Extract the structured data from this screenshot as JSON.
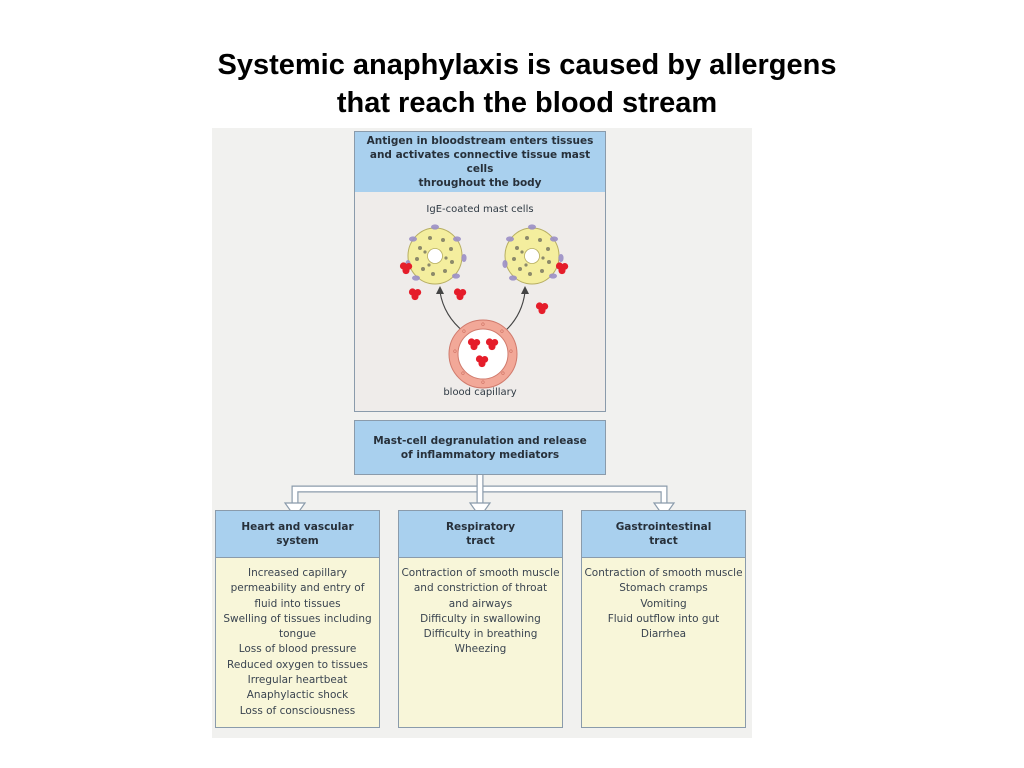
{
  "title": {
    "line1": "Systemic anaphylaxis is caused by allergens",
    "line2": "that reach the blood stream"
  },
  "top_box": {
    "lines": [
      "Antigen in bloodstream enters tissues",
      "and activates connective tissue mast cells",
      "throughout the body"
    ]
  },
  "illustration": {
    "mast_cells_label": "IgE-coated mast cells",
    "capillary_label": "blood capillary"
  },
  "middle_box": {
    "lines": [
      "Mast-cell degranulation and release",
      "of inflammatory mediators"
    ]
  },
  "columns": [
    {
      "header": [
        "Heart and vascular",
        "system"
      ],
      "effects": [
        "Increased capillary",
        "permeability and entry of",
        "fluid into tissues",
        "Swelling of tissues including",
        "tongue",
        "Loss of blood pressure",
        "Reduced oxygen to tissues",
        "Irregular heartbeat",
        "Anaphylactic shock",
        "Loss of consciousness"
      ]
    },
    {
      "header": [
        "Respiratory",
        "tract"
      ],
      "effects": [
        "Contraction of smooth muscle",
        "and constriction of throat",
        "and airways",
        "Difficulty in swallowing",
        "Difficulty in breathing",
        "Wheezing"
      ]
    },
    {
      "header": [
        "Gastrointestinal",
        "tract"
      ],
      "effects": [
        "Contraction of smooth muscle",
        "Stomach cramps",
        "Vomiting",
        "Fluid outflow into gut",
        "Diarrhea"
      ]
    }
  ],
  "colors": {
    "header_fill": "#a9d0ee",
    "panel_fill": "#efecea",
    "list_fill": "#f8f6d9",
    "mast_cell_fill": "#f4ee9e",
    "granule": "#8c8a6a",
    "ige_receptor": "#9b8fc6",
    "antigen": "#e51d2a",
    "capillary_wall": "#f2a898"
  }
}
